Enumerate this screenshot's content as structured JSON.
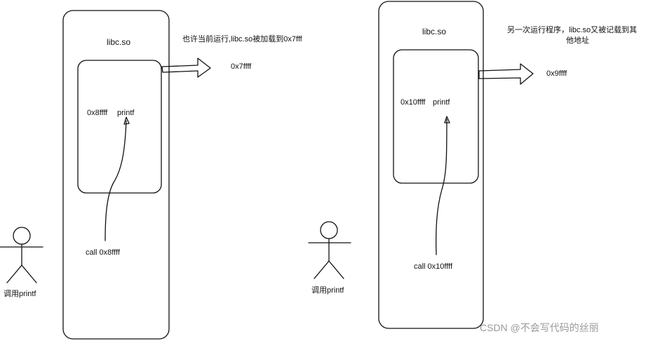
{
  "diagrams": [
    {
      "library_label": "libc.so",
      "note": "也许当前运行,libc.so被加载到0x7fff",
      "load_address": "0x7ffff",
      "symbol_address": "0x8ffff",
      "symbol_name": "printf",
      "call_text": "call 0x8ffff",
      "caller_label": "调用printf"
    },
    {
      "library_label": "libc.so",
      "note_line1": "另一次运行程序，libc.so又被记载到其",
      "note_line2": "他地址",
      "load_address": "0x9ffff",
      "symbol_address": "0x10ffff",
      "symbol_name": "printf",
      "call_text": "call 0x10ffff",
      "caller_label": "调用printf"
    }
  ],
  "watermark": "CSDN @不会写代码的丝丽"
}
